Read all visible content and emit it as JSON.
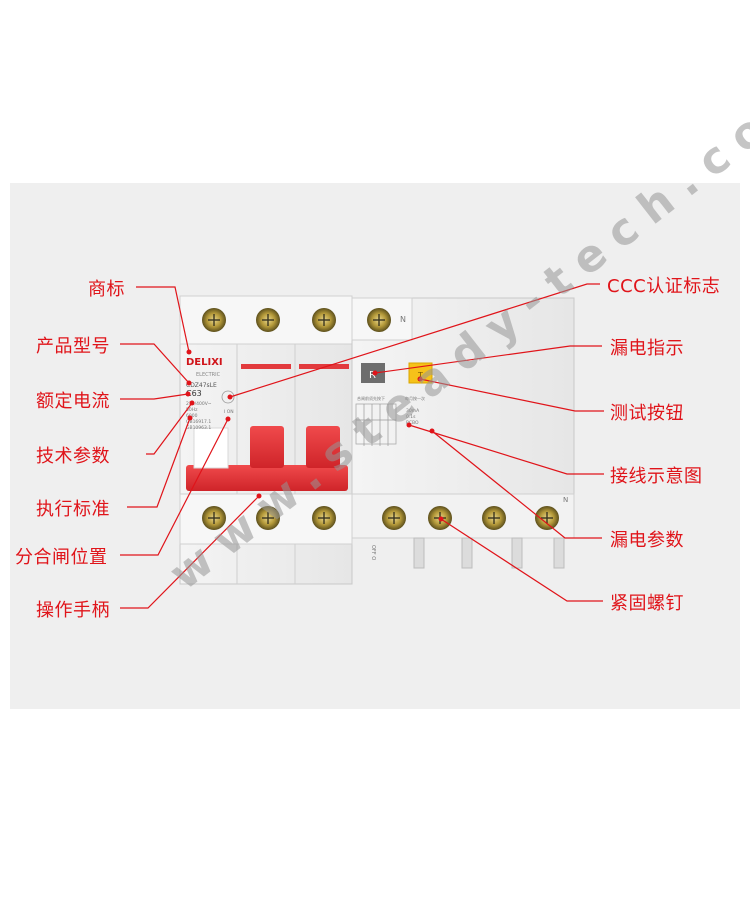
{
  "labels_left": [
    {
      "id": "brand",
      "text": "商标"
    },
    {
      "id": "model",
      "text": "产品型号"
    },
    {
      "id": "current",
      "text": "额定电流"
    },
    {
      "id": "tech",
      "text": "技术参数"
    },
    {
      "id": "standard",
      "text": "执行标准"
    },
    {
      "id": "position",
      "text": "分合闸位置"
    },
    {
      "id": "handle",
      "text": "操作手柄"
    }
  ],
  "labels_right": [
    {
      "id": "ccc",
      "text": "CCC认证标志"
    },
    {
      "id": "leak_ind",
      "text": "漏电指示"
    },
    {
      "id": "test_btn",
      "text": "测试按钮"
    },
    {
      "id": "wiring",
      "text": "接线示意图"
    },
    {
      "id": "leak_param",
      "text": "漏电参数"
    },
    {
      "id": "screw",
      "text": "紧固螺钉"
    }
  ],
  "device": {
    "brand": "DELIXI",
    "brand_sub": "ELECTRIC",
    "model": "CDZ47sLE",
    "rating": "C63",
    "spec_lines": [
      "230/400V~",
      "50Hz",
      "6000",
      "GB16917.1",
      "GB10963.1"
    ],
    "neutral_mark": "N",
    "test_key_letter": "R",
    "test_key_mark": "T",
    "on_mark": "I ON",
    "text_close": "合闸前须先按下",
    "text_monthly": "每月按一次",
    "leak_spec": [
      "30mA",
      "0.1s",
      "RCBO"
    ],
    "side_text": "OFF O"
  },
  "watermark": "www.steady-tech.com",
  "colors": {
    "label": "#e0141a",
    "line": "#e0141a",
    "handle": "#e63a3d",
    "panel": "#efefef"
  }
}
